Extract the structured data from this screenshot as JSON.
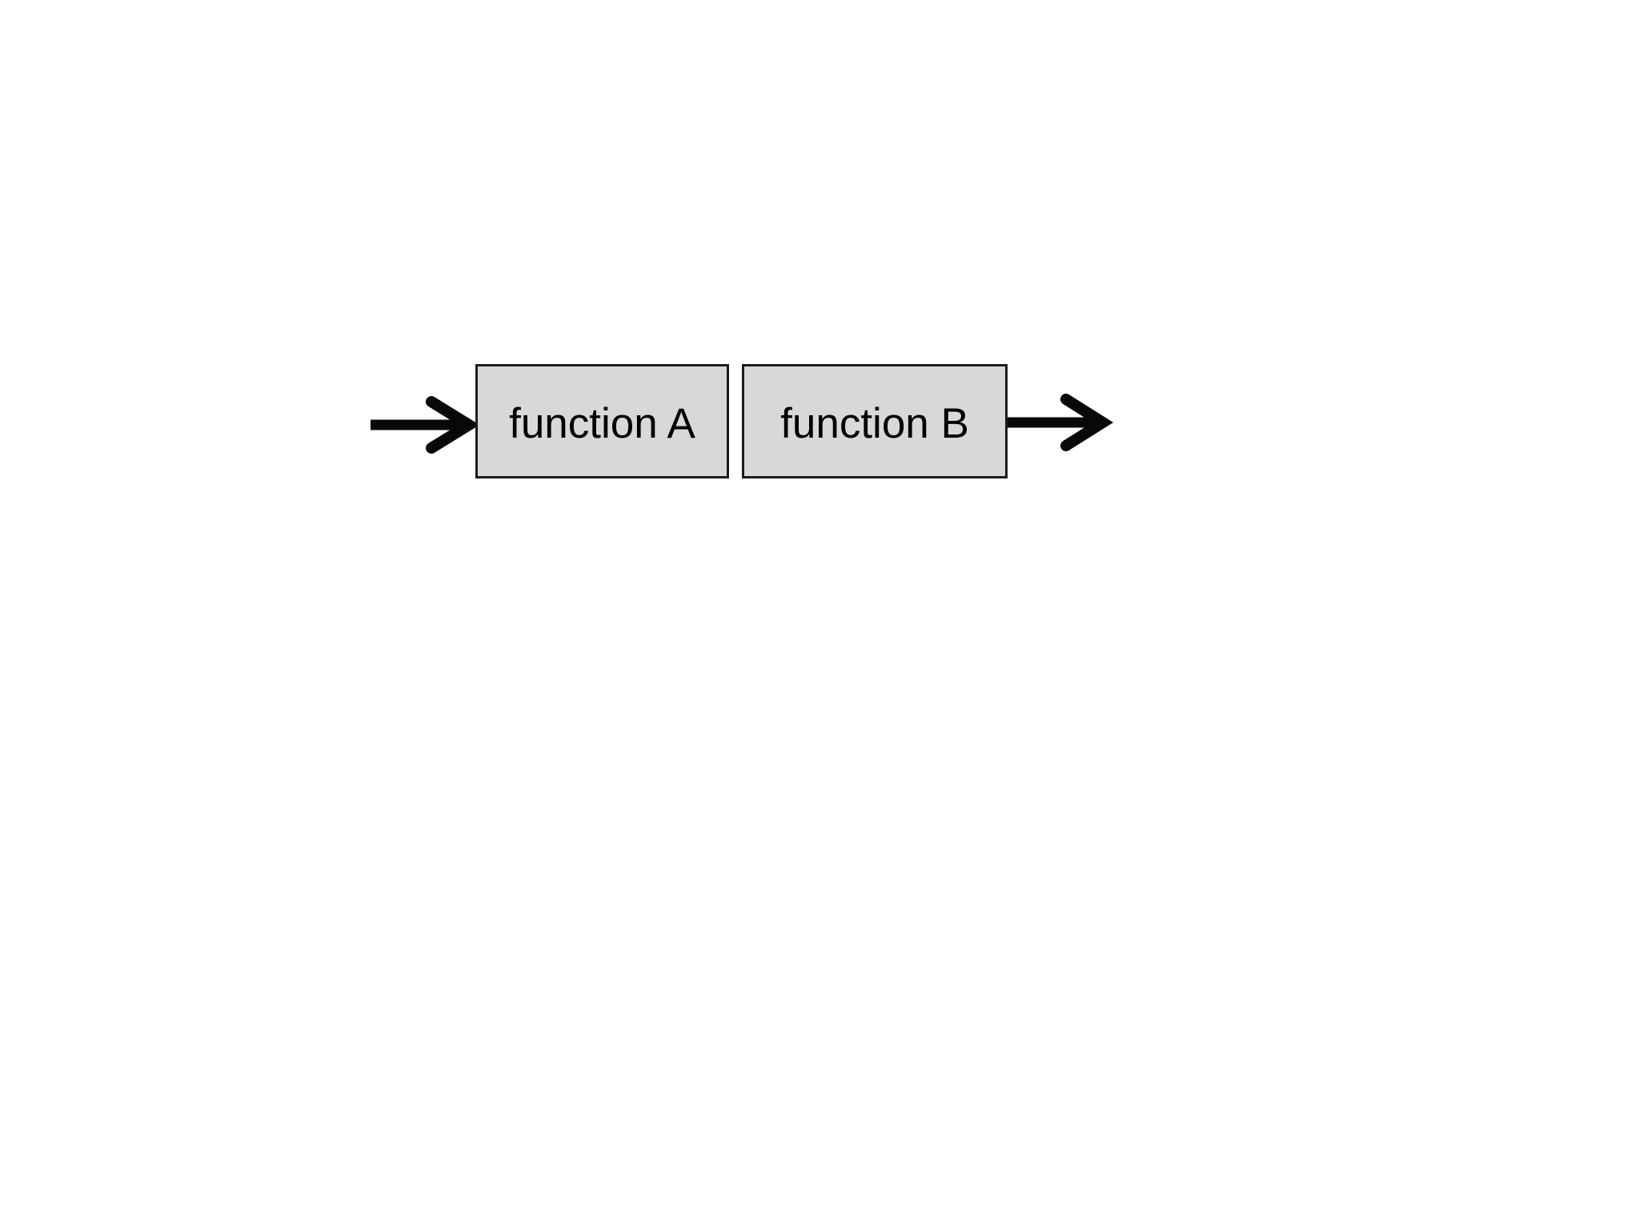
{
  "page": {
    "background_color": "#ffffff"
  },
  "diagram": {
    "nodes": [
      {
        "id": "function-a",
        "label": "function A"
      },
      {
        "id": "function-b",
        "label": "function B"
      }
    ],
    "arrows": [
      {
        "id": "input-arrow",
        "icon": "arrow-right-icon"
      },
      {
        "id": "output-arrow",
        "icon": "arrow-right-icon"
      }
    ]
  },
  "colors": {
    "page_bg": "#ffffff",
    "box_fill": "#d8d8d8",
    "box_border": "#1c1c1c",
    "arrow": "#080808",
    "text": "#000000"
  }
}
